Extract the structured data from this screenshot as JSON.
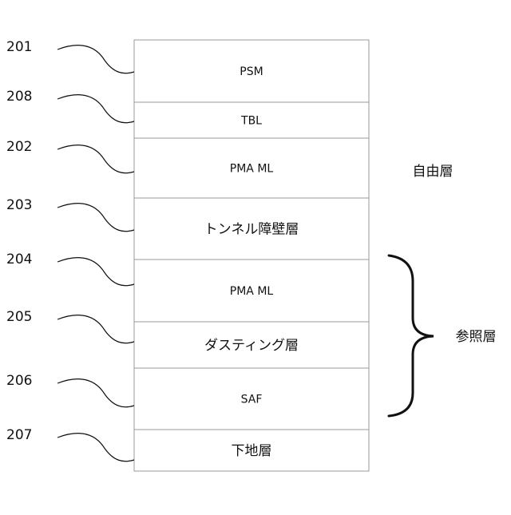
{
  "layers": [
    {
      "ref": "201",
      "label": "PSM"
    },
    {
      "ref": "208",
      "label": "TBL"
    },
    {
      "ref": "202",
      "label": "PMA ML"
    },
    {
      "ref": "203",
      "label": "トンネル障壁層"
    },
    {
      "ref": "204",
      "label": "PMA ML"
    },
    {
      "ref": "205",
      "label": "ダスティング層"
    },
    {
      "ref": "206",
      "label": "SAF"
    },
    {
      "ref": "207",
      "label": "下地層"
    }
  ],
  "free_layer_label": "自由層",
  "reference_layer_label": "参照層"
}
